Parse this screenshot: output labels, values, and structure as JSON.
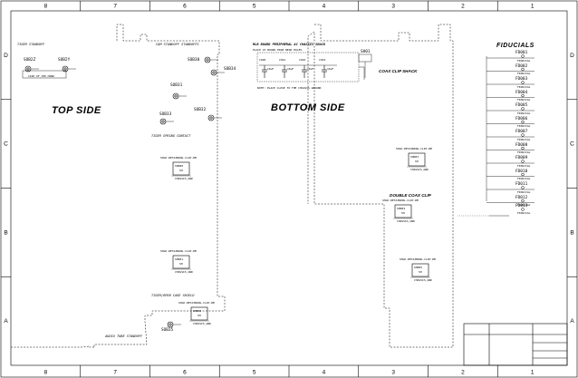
{
  "frame": {
    "zone_columns": [
      "8",
      "7",
      "6",
      "5",
      "4",
      "3",
      "2",
      "1"
    ],
    "zone_rows": [
      "D",
      "C",
      "B",
      "A"
    ]
  },
  "headings": {
    "top_side": "TOP SIDE",
    "bottom_side": "BOTTOM SIDE",
    "fiducials": "FIDUCIALS",
    "coax_clip_shack": "COAX CLIP SHACK",
    "double_coax_clip": "DOUBLE COAX CLIP"
  },
  "blocks": {
    "tiger_standoff": "TIGER STANDOFF",
    "tiger_standoff_ref1": "SOB2Z",
    "tiger_standoff_ref2": "SOB2Y",
    "tiger_standoff_net": "CASE_OF_CHP_HAND",
    "cam_standoff": "CAM STANDOFF STANDOFFS",
    "cam_standoff_ref": "SOB30",
    "camera_bracket_ref": "SOB31",
    "speaker_standoff_ref": "SOB32",
    "vibe_standoff_ref": "SOB33",
    "sound_pocket_ref": "SOB34",
    "ms_board_title": "MLB BOARD PERIPHERAL AC CHASSIS SHACK",
    "ms_board_sub": "PLACE AT BOARD EDGE NEAR HOLES",
    "caps": [
      "C920",
      "C921",
      "C922",
      "C923"
    ],
    "cap_value": "10uF",
    "sh_ref": "SH01",
    "shield_refs": [
      "SHD00",
      "SHD01",
      "SHD02",
      "SHD03",
      "SHD04",
      "SHD05"
    ],
    "shield_part": "SHLD-RETAINING-CLIP-RM",
    "shield_symbol": "SH",
    "audio_tube_standoff": "AUDIO TUBE STANDOFF",
    "audio_ref": "SOB35",
    "tiger_spring": "TIGER SPRING CONTACT",
    "tiger_cage": "TIGER/OPEN CAGE SHIELD",
    "note": "NOTE: PLACE CLOSE TO THE CHASSIS GROUND",
    "gnd": "CHASSIS_GND"
  },
  "fiducials": [
    {
      "ref": "FD001",
      "net": "FIDUCIAL"
    },
    {
      "ref": "FD002",
      "net": "FIDUCIAL"
    },
    {
      "ref": "FD003",
      "net": "FIDUCIAL"
    },
    {
      "ref": "FD004",
      "net": "FIDUCIAL"
    },
    {
      "ref": "FD005",
      "net": "FIDUCIAL"
    },
    {
      "ref": "FD006",
      "net": "FIDUCIAL"
    },
    {
      "ref": "FD007",
      "net": "FIDUCIAL"
    },
    {
      "ref": "FD008",
      "net": "FIDUCIAL"
    },
    {
      "ref": "FD009",
      "net": "FIDUCIAL"
    },
    {
      "ref": "FD010",
      "net": "FIDUCIAL"
    },
    {
      "ref": "FD011",
      "net": "FIDUCIAL"
    },
    {
      "ref": "FD012",
      "net": "FIDUCIAL"
    }
  ],
  "fiducial_bottom": {
    "ref": "FD013",
    "net": "FIDUCIAL"
  }
}
